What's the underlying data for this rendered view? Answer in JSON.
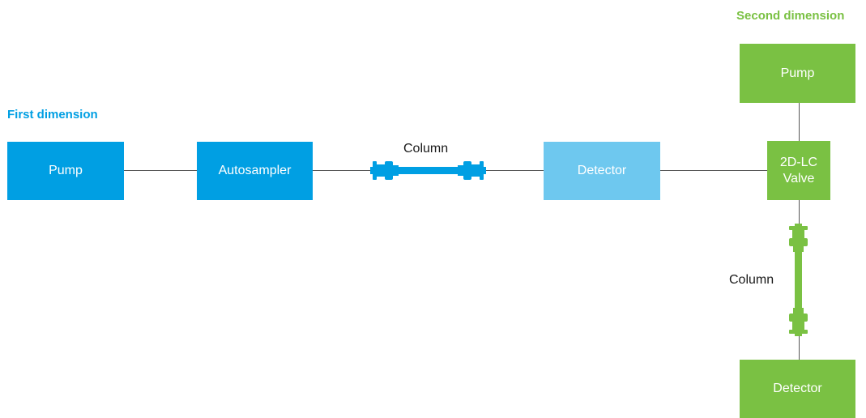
{
  "colors": {
    "first_dark": "#009fe3",
    "first_light": "#6ec8ef",
    "second": "#7ac143",
    "line": "#555555"
  },
  "first_dimension": {
    "heading": "First dimension",
    "pump": "Pump",
    "autosampler": "Autosampler",
    "column": "Column",
    "detector": "Detector"
  },
  "second_dimension": {
    "heading": "Second dimension",
    "pump": "Pump",
    "valve_line1": "2D-LC",
    "valve_line2": "Valve",
    "column": "Column",
    "detector": "Detector"
  }
}
